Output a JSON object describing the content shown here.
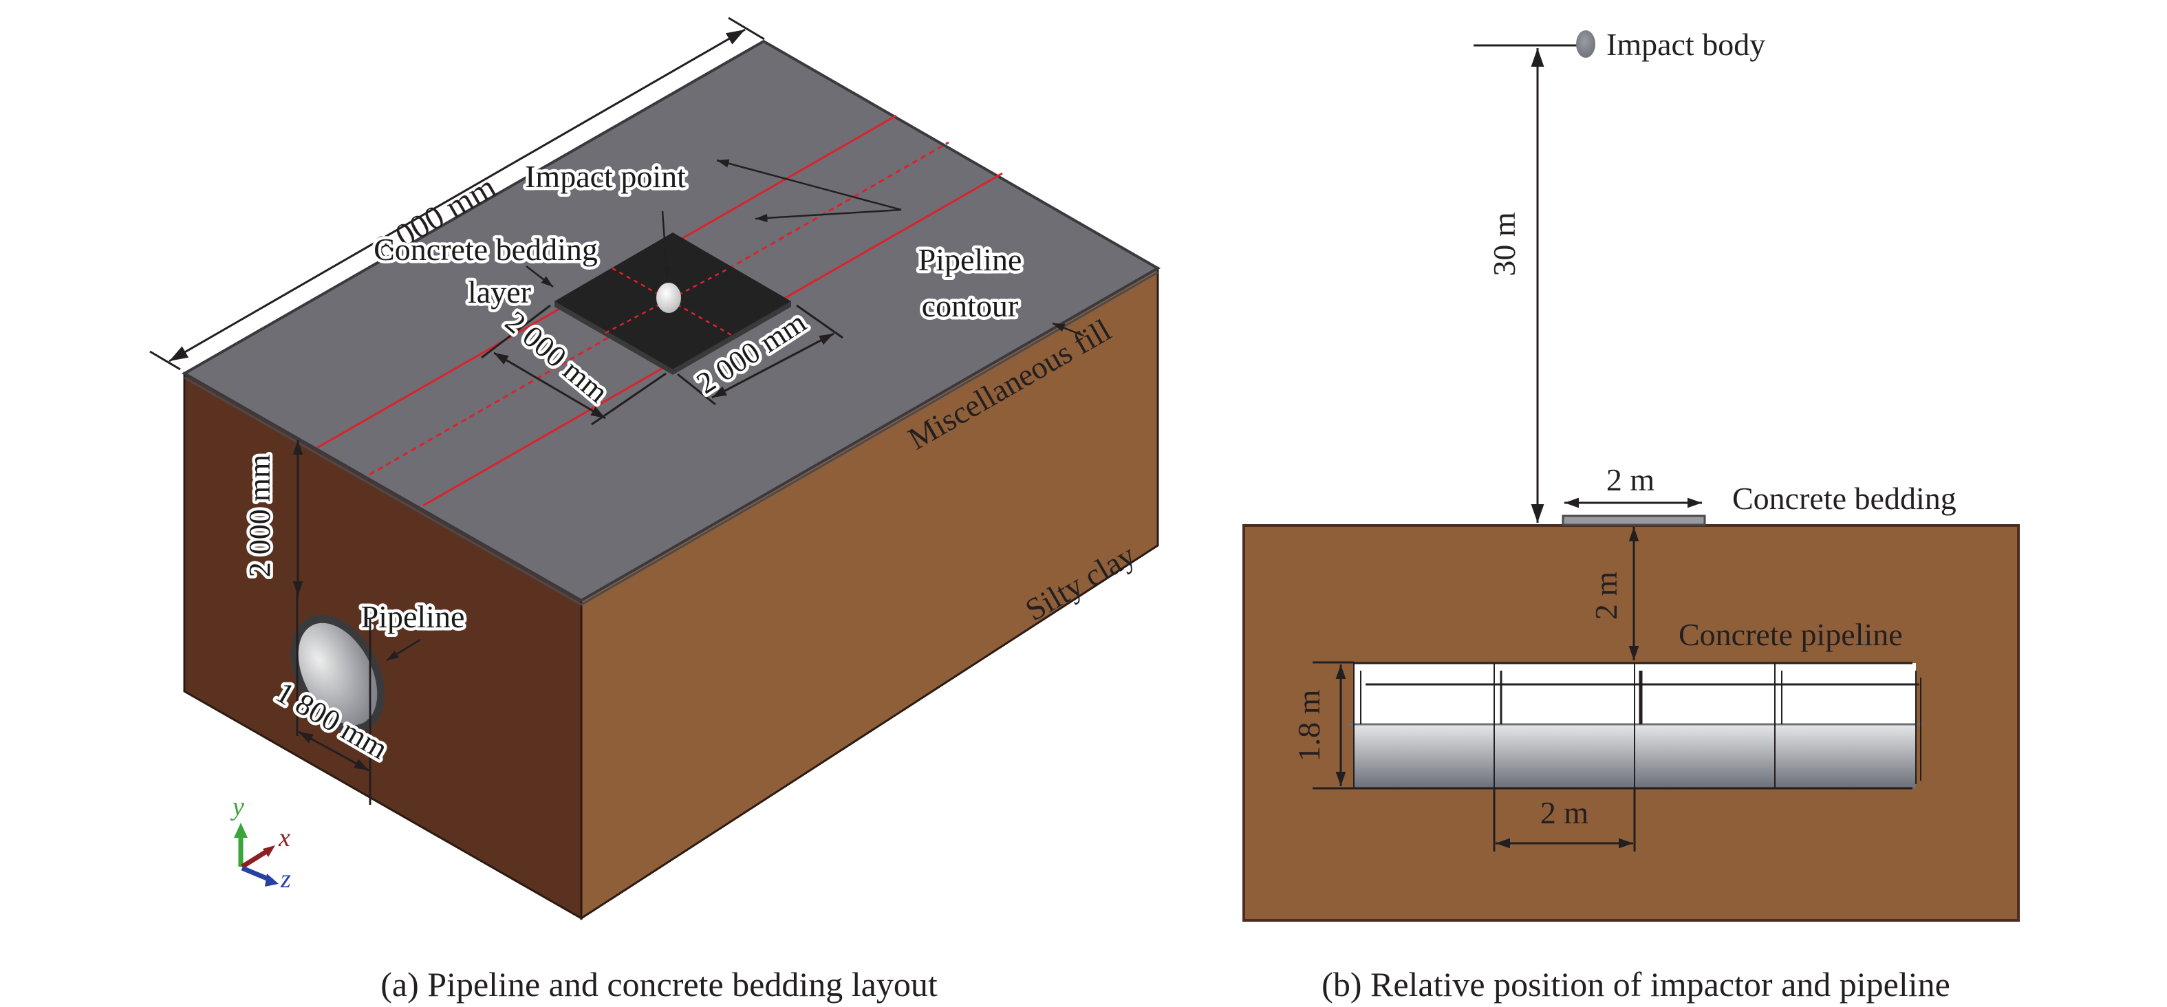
{
  "figure": {
    "panel_a": {
      "caption": "(a) Pipeline and concrete bedding layout",
      "labels": {
        "length": "8 000 mm",
        "impact_point": "Impact point",
        "bedding_line1": "Concrete bedding",
        "bedding_line2": "layer",
        "pipeline_contour_line1": "Pipeline",
        "pipeline_contour_line2": "contour",
        "pad_width_1": "2 000 mm",
        "pad_width_2": "2 000 mm",
        "miscellaneous_fill": "Miscellaneous fill",
        "silty_clay": "Silty clay",
        "depth": "2 000 mm",
        "pipeline": "Pipeline",
        "pipe_diameter": "1 800 mm"
      },
      "axes": {
        "y": "y",
        "x": "x",
        "z": "z"
      },
      "colors": {
        "top_surface": "#6f6e74",
        "left_face": "#5b3220",
        "right_face": "#8f5f3a",
        "pad": "#222222",
        "contour": "#d9232d",
        "axis_y": "#3aa53a",
        "axis_x": "#8b1f22",
        "axis_z": "#2840a0"
      }
    },
    "panel_b": {
      "caption": "(b) Relative position of impactor and pipeline",
      "labels": {
        "impact_body": "Impact body",
        "drop_height": "30 m",
        "bedding_width": "2 m",
        "concrete_bedding": "Concrete bedding",
        "cover_depth": "2 m",
        "concrete_pipeline": "Concrete pipeline",
        "pipe_diameter": "1.8 m",
        "segment_length": "2 m"
      },
      "colors": {
        "soil": "#8f5f3a",
        "soil_border": "#4e2c1e",
        "bedding": "#9a9ba0",
        "impactor": "#7d8087"
      }
    }
  }
}
